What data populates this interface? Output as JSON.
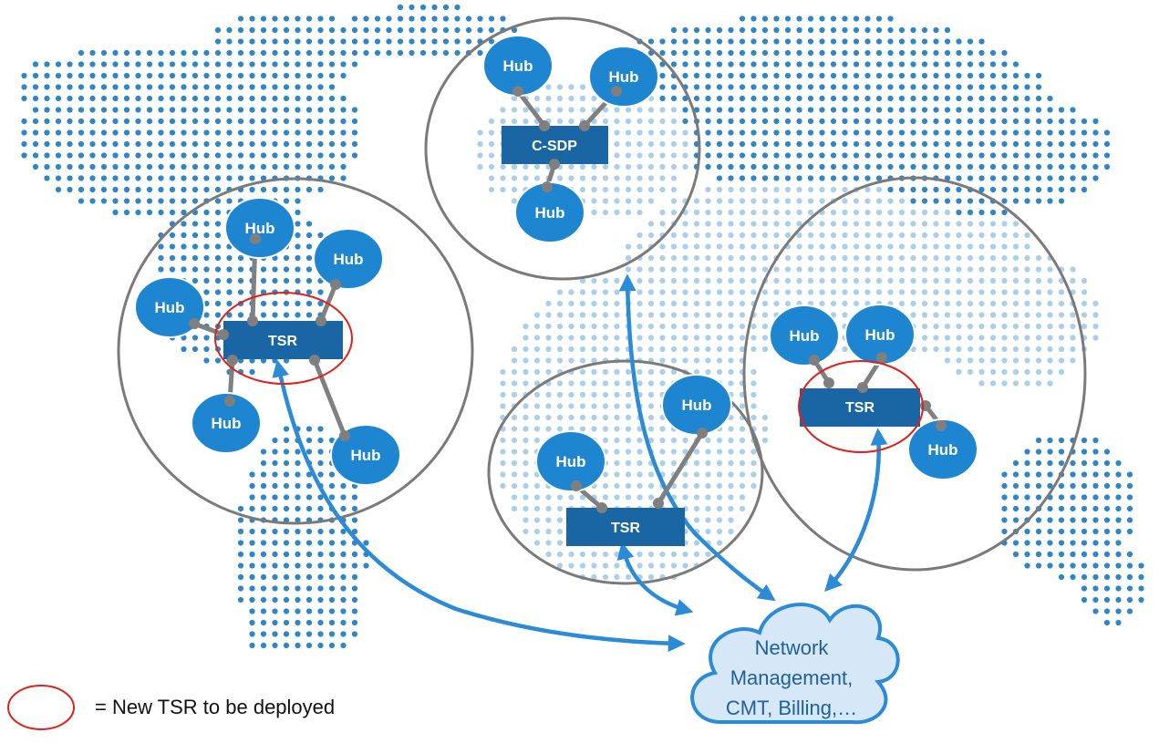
{
  "colors": {
    "map_dot_dark": "#2e86c8",
    "map_dot_light": "#a9cfea",
    "region_stroke": "#7a7a7a",
    "hub_fill": "#1e86d0",
    "hub_stroke": "#ffffff",
    "box_fill": "#1a66a4",
    "link": "#808080",
    "arrow": "#2b8bd6",
    "highlight": "#e0201b",
    "cloud_fill": "#d6e8f7",
    "cloud_stroke": "#2b8bd6"
  },
  "nodes": {
    "hub_label": "Hub",
    "csdp_label": "C-SDP",
    "tsr_label": "TSR"
  },
  "cloud": {
    "line1": "Network",
    "line2": "Management,",
    "line3": "CMT, Billing,…"
  },
  "legend": {
    "label": "= New TSR to be deployed"
  }
}
